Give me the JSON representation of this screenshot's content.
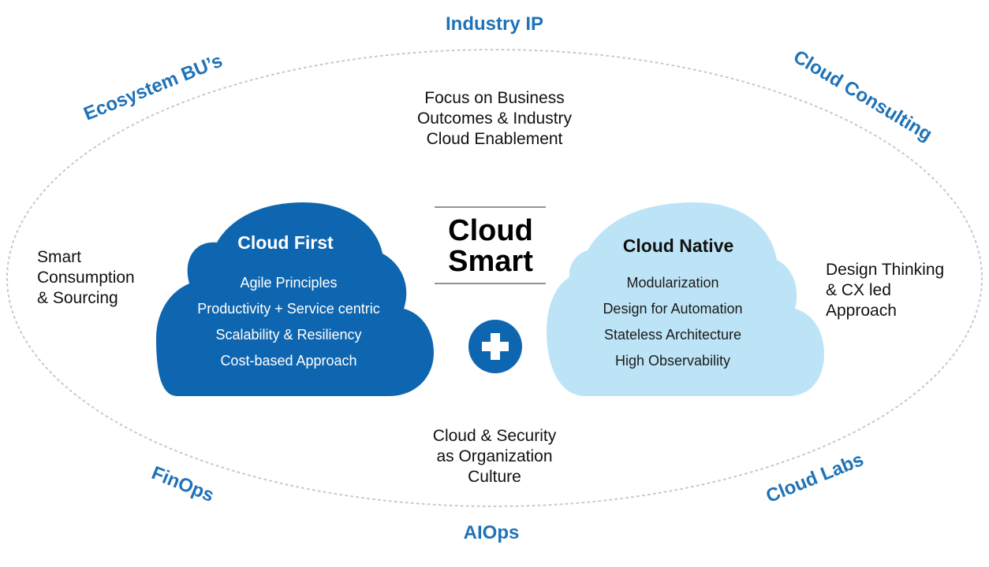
{
  "outer_labels": {
    "top": "Industry IP",
    "top_left": "Ecosystem BU’s",
    "top_right": "Cloud Consulting",
    "bottom_left": "FinOps",
    "bottom_right": "Cloud Labs",
    "bottom": "AIOps"
  },
  "focus_text": [
    "Focus on Business",
    "Outcomes & Industry",
    "Cloud Enablement"
  ],
  "left_text": [
    "Smart",
    "Consumption",
    "& Sourcing"
  ],
  "right_text": [
    "Design Thinking",
    "& CX led",
    "Approach"
  ],
  "bottom_text": [
    "Cloud & Security",
    "as Organization",
    "Culture"
  ],
  "center_title": [
    "Cloud",
    "Smart"
  ],
  "cloud_first": {
    "title": "Cloud First",
    "items": [
      "Agile Principles",
      "Productivity + Service centric",
      "Scalability & Resiliency",
      "Cost-based Approach"
    ]
  },
  "cloud_native": {
    "title": "Cloud Native",
    "items": [
      "Modularization",
      "Design for Automation",
      "Stateless Architecture",
      "High Observability"
    ]
  },
  "colors": {
    "accent": "#1f72b8",
    "cloud_first": "#0f66b0",
    "cloud_native": "#bde4f6",
    "ellipse": "#c8c8c8"
  },
  "icons": {
    "plus": "plus-icon"
  }
}
